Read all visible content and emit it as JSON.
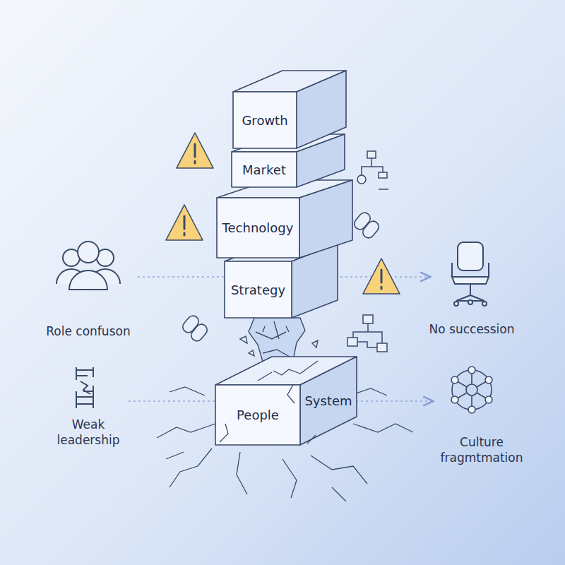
{
  "diagram": {
    "nodes": [
      {
        "text": [
          "Growth"
        ]
      },
      {
        "text": [
          "Market"
        ]
      },
      {
        "text": [
          "Technology"
        ]
      },
      {
        "text": [
          "Strategy"
        ]
      },
      {
        "text": [
          "People",
          "System"
        ]
      }
    ],
    "labels": [
      "Role confuson",
      "No succession",
      "Weak leadership",
      "Culture fragmtmation"
    ]
  }
}
